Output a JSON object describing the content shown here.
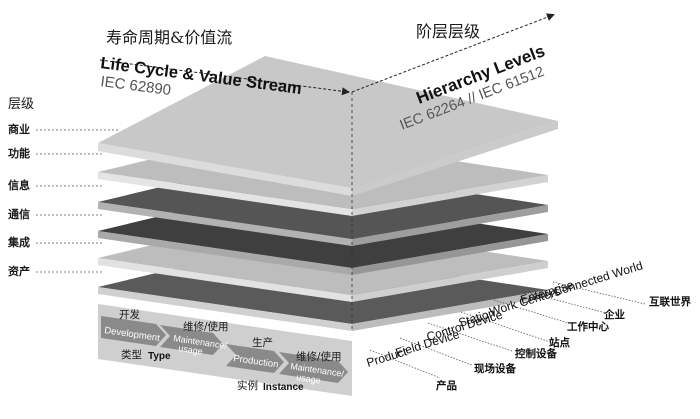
{
  "left_axis": {
    "title_zh": "寿命周期&价值流",
    "title_en": "Life Cycle & Value Stream",
    "standard": "IEC 62890",
    "type_row": {
      "develop_zh": "开发",
      "develop_en": "Development",
      "maintain_zh": "维修/使用",
      "maintain_en_1": "Maintenance/",
      "maintain_en_2": "usage",
      "type_zh": "类型",
      "type_en": "Type"
    },
    "instance_row": {
      "produce_zh": "生产",
      "produce_en": "Production",
      "maintain_zh": "维修/使用",
      "maintain_en_1": "Maintenance/",
      "maintain_en_2": "usage",
      "instance_zh": "实例",
      "instance_en": "Instance"
    }
  },
  "right_axis": {
    "title_zh": "阶层层级",
    "title_en": "Hierarchy Levels",
    "standard": "IEC 62264 // IEC 61512",
    "levels": [
      {
        "en": "Connected World",
        "zh": "互联世界"
      },
      {
        "en": "Enterprise",
        "zh": "企业"
      },
      {
        "en": "Work Centers",
        "zh": "工作中心"
      },
      {
        "en": "Station",
        "zh": "站点"
      },
      {
        "en": "Control Device",
        "zh": "控制设备"
      },
      {
        "en": "Field Device",
        "zh": "现场设备"
      },
      {
        "en": "Product",
        "zh": "产品"
      }
    ]
  },
  "layers_axis": {
    "title": "层级",
    "layers": [
      "商业",
      "功能",
      "信息",
      "通信",
      "集成",
      "资产"
    ]
  },
  "colors": {
    "layer_top": "#c8c8c8",
    "layer_light": "#bdbdbd",
    "layer_dark": "#5a5a5a",
    "arrow_fill": "#8a8a8a",
    "text_dark": "#1a1a1a"
  }
}
